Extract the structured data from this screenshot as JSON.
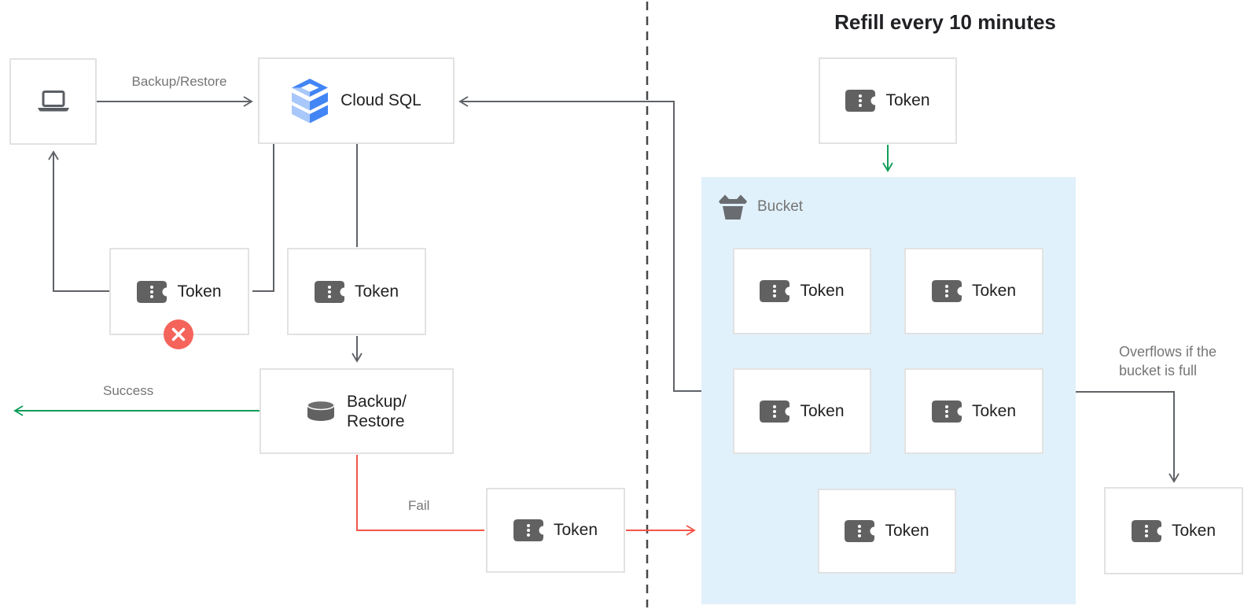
{
  "diagram": {
    "title": "Refill every 10 minutes",
    "cloud_sql": {
      "label": "Cloud SQL"
    },
    "backup_restore": {
      "label_line1": "Backup/",
      "label_line2": "Restore"
    },
    "bucket": {
      "label": "Bucket"
    },
    "tokens": {
      "denied": "Token",
      "pending": "Token",
      "failed": "Token",
      "refill": "Token",
      "overflow": "Token",
      "bucket": [
        "Token",
        "Token",
        "Token",
        "Token",
        "Token"
      ]
    },
    "edges": {
      "request": "Backup/Restore",
      "success": "Success",
      "fail": "Fail",
      "overflow_line1": "Overflows if the",
      "overflow_line2": "bucket is full"
    },
    "colors": {
      "success_green": "#0F9D58",
      "fail_red": "#F4564A",
      "denied_badge_red": "#F5645B",
      "bucket_fill": "#E1F1FB",
      "connector_gray": "#5F6368",
      "divider_gray": "#47484A",
      "box_border": "#E2E2E2",
      "label_gray": "#757575",
      "text_dark": "#212121",
      "icon_gray": "#616161",
      "cloudsql_blue": "#4285F4",
      "cloudsql_light_blue": "#A8C7FA"
    }
  }
}
